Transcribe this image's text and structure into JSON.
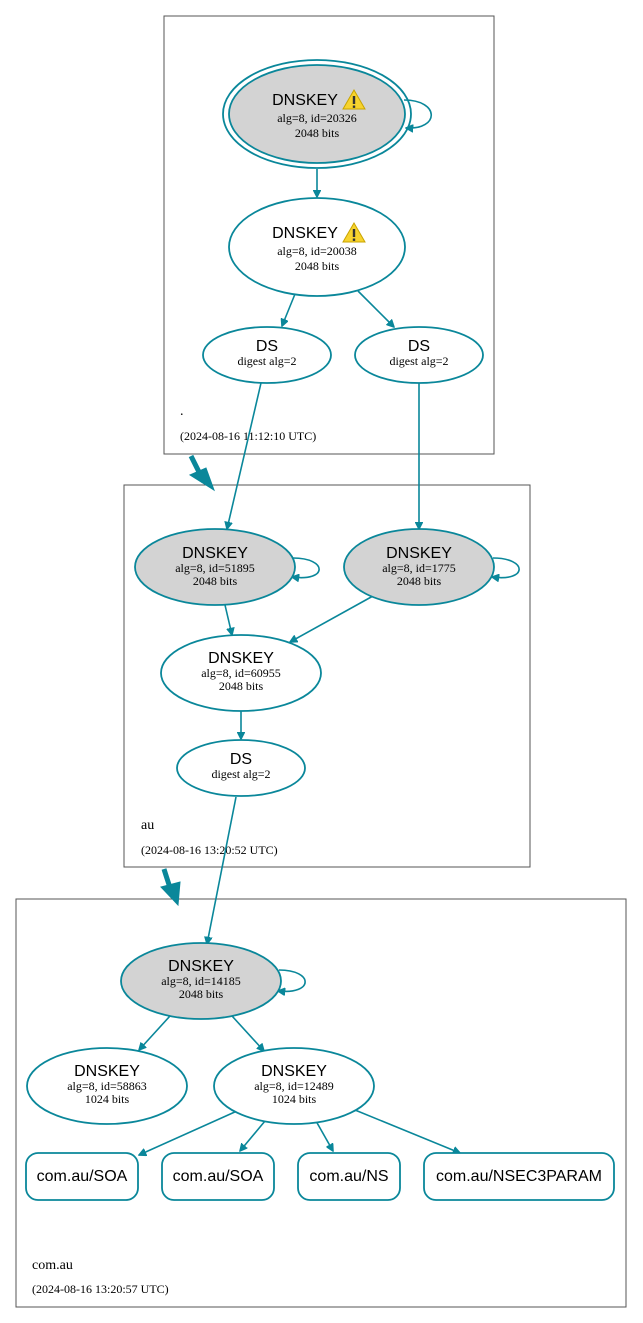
{
  "zones": {
    "root": {
      "name": ".",
      "timestamp": "(2024-08-16 11:12:10 UTC)"
    },
    "au": {
      "name": "au",
      "timestamp": "(2024-08-16 13:20:52 UTC)"
    },
    "comau": {
      "name": "com.au",
      "timestamp": "(2024-08-16 13:20:57 UTC)"
    }
  },
  "nodes": {
    "root_ksk": {
      "title": "DNSKEY",
      "line1": "alg=8, id=20326",
      "line2": "2048 bits",
      "warning": true
    },
    "root_zsk": {
      "title": "DNSKEY",
      "line1": "alg=8, id=20038",
      "line2": "2048 bits",
      "warning": true
    },
    "root_ds1": {
      "title": "DS",
      "line1": "digest alg=2"
    },
    "root_ds2": {
      "title": "DS",
      "line1": "digest alg=2"
    },
    "au_ksk1": {
      "title": "DNSKEY",
      "line1": "alg=8, id=51895",
      "line2": "2048 bits"
    },
    "au_ksk2": {
      "title": "DNSKEY",
      "line1": "alg=8, id=1775",
      "line2": "2048 bits"
    },
    "au_zsk": {
      "title": "DNSKEY",
      "line1": "alg=8, id=60955",
      "line2": "2048 bits"
    },
    "au_ds": {
      "title": "DS",
      "line1": "digest alg=2"
    },
    "comau_ksk": {
      "title": "DNSKEY",
      "line1": "alg=8, id=14185",
      "line2": "2048 bits"
    },
    "comau_zsk1": {
      "title": "DNSKEY",
      "line1": "alg=8, id=58863",
      "line2": "1024 bits"
    },
    "comau_zsk2": {
      "title": "DNSKEY",
      "line1": "alg=8, id=12489",
      "line2": "1024 bits"
    },
    "rr_soa1": {
      "label": "com.au/SOA"
    },
    "rr_soa2": {
      "label": "com.au/SOA"
    },
    "rr_ns": {
      "label": "com.au/NS"
    },
    "rr_nsec3param": {
      "label": "com.au/NSEC3PARAM"
    }
  },
  "colors": {
    "edge": "#0a879a",
    "ksk_fill": "#d3d3d3",
    "zsk_fill": "#ffffff",
    "warning_fill": "#f7d32e"
  },
  "icons": {
    "warning": "warning-triangle-icon"
  }
}
